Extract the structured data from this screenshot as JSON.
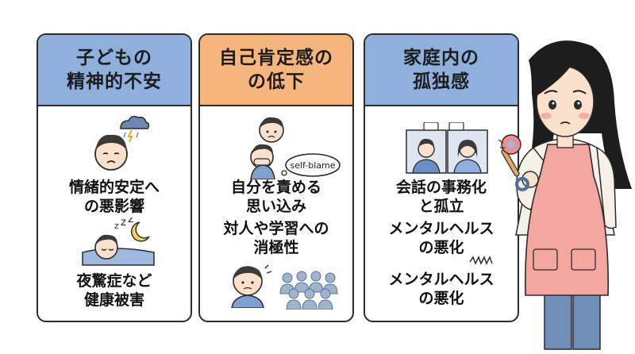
{
  "cards": [
    {
      "title_lines": [
        "子どもの",
        "精神的不安"
      ],
      "header_color": "#8fb0dd",
      "items": [
        {
          "lines": [
            "情緒的安定へ",
            "の悪影響"
          ]
        },
        {
          "lines": [
            "夜驚症など",
            "健康被害"
          ]
        }
      ]
    },
    {
      "title_lines": [
        "自己肯定感の",
        "の低下"
      ],
      "header_color": "#f7b57e",
      "bubble_text": "self-blame",
      "items": [
        {
          "lines": [
            "自分を責める",
            "思い込み"
          ]
        },
        {
          "lines": [
            "対人や学習への",
            "消極性"
          ]
        }
      ]
    },
    {
      "title_lines": [
        "家庭内の",
        "孤独感"
      ],
      "header_color": "#8fb0dd",
      "items": [
        {
          "lines": [
            "会話の事務化",
            "と孤立"
          ]
        },
        {
          "lines": [
            "メンタルヘルス",
            "の悪化"
          ]
        },
        {
          "lines": [
            "メンタルヘルス",
            "の悪化"
          ]
        }
      ]
    }
  ],
  "icons": {
    "card1_top": "sad-child-with-rain-cloud-icon",
    "card1_bottom": "child-sleeping-with-moon-icon",
    "card2_top": "child-self-blame-icon",
    "card2_bottom_left": "worried-child-icon",
    "card2_bottom_right": "group-of-people-icon",
    "card3_top": "video-call-parents-icon",
    "woman": "worried-mother-holding-rattle-icon"
  }
}
